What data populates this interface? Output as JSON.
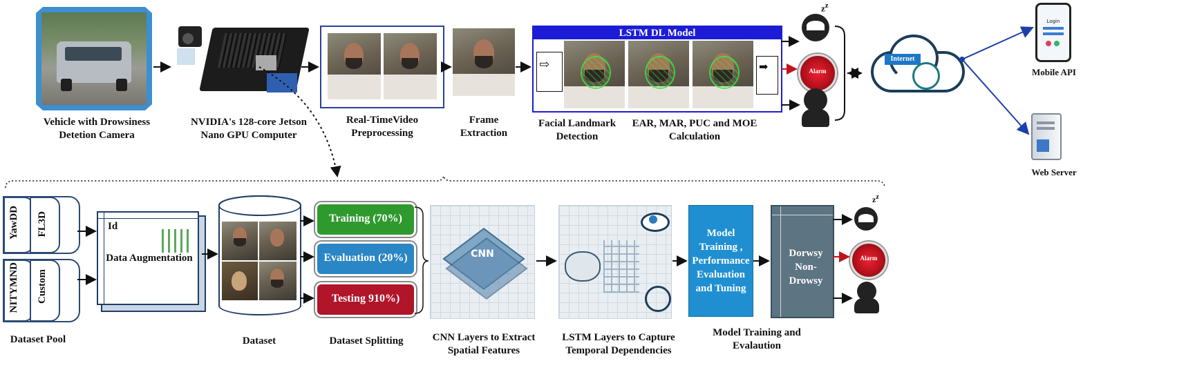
{
  "top_pipeline": {
    "vehicle_caption": "Vehicle with Drowsiness\nDetetion Camera",
    "jetson_caption": "NVIDIA's 128-core Jetson\nNano GPU Computer",
    "preprocessing_caption": "Real-TimeVideo\nPreprocessing",
    "frame_caption": "Frame\nExtraction",
    "lstm_model_title": "LSTM DL Model",
    "landmark_caption": "Facial Landmark\nDetection",
    "ear_caption": "EAR, MAR, PUC and MOE\nCalculation",
    "alarm_label": "Alarm",
    "internet_label": "Internet",
    "mobile_caption": "Mobile API",
    "web_caption": "Web Server",
    "mobile_login_text": "Login"
  },
  "bottom_pipeline": {
    "dataset_pool_caption": "Dataset Pool",
    "datasets": [
      "YawDD",
      "FL3D",
      "NITYMND",
      "Custom"
    ],
    "augmentation_id": "Id",
    "augmentation_label": "Data Augmentation",
    "dataset_caption": "Dataset",
    "splits": [
      {
        "label": "Training (70%)",
        "color": "#2e9a2e"
      },
      {
        "label": "Evaluation (20%)",
        "color": "#2a86c4"
      },
      {
        "label": "Testing 910%)",
        "color": "#b0152a"
      }
    ],
    "split_caption": "Dataset Splitting",
    "cnn_caption": "CNN Layers to Extract\nSpatial Features",
    "cnn_center_label": "CNN",
    "lstm_caption": "LSTM Layers to Capture\nTemporal Dependencies",
    "model_box_label": "Model\nTraining ,\nPerformance\nEvaluation\nand Tuning",
    "result_box_label": "Dorwsy\nNon-Drowsy",
    "training_caption": "Model Training and\nEvalaution",
    "alarm_label": "Alarm"
  },
  "colors": {
    "lstm_header": "#1c1cd6",
    "model_box": "#1f8fd1",
    "result_box": "#5d7482",
    "alarm_red": "#c0141c",
    "cloud_arrow": "#1d3fa8"
  }
}
